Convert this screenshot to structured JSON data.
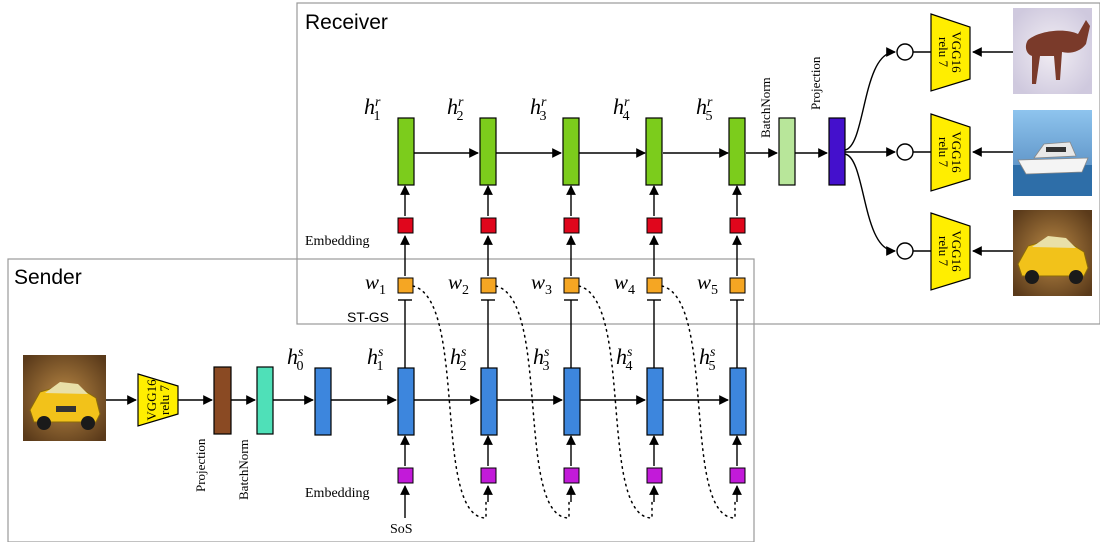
{
  "panels": {
    "receiver_title": "Receiver",
    "sender_title": "Sender"
  },
  "labels": {
    "embedding": "Embedding",
    "st_gs": "ST-GS",
    "sos": "SoS",
    "projection": "Projection",
    "batchnorm": "BatchNorm",
    "vgg_line1": "VGG16",
    "vgg_line2": "relu 7"
  },
  "symbols": {
    "receiver_hidden_base": "h",
    "receiver_hidden_sup": "r",
    "sender_hidden_base": "h",
    "sender_hidden_sup": "s",
    "word_base": "w",
    "steps": [
      "1",
      "2",
      "3",
      "4",
      "5"
    ],
    "sender_init": "0"
  },
  "images": {
    "receiver_candidates": [
      "horse",
      "boat",
      "car"
    ],
    "sender_target": "car"
  },
  "colors": {
    "receiver_rnn": "#7ccc1c",
    "receiver_batchnorm": "#b8e69a",
    "receiver_projection": "#4410cc",
    "embedding_receiver": "#e0061c",
    "word_token": "#f5a623",
    "sender_rnn": "#3d86dd",
    "embedding_sender": "#c21ad9",
    "sender_projection": "#8a4a23",
    "sender_batchnorm": "#4fe0b8",
    "vgg": "#ffee00",
    "panel_border": "#999999"
  }
}
